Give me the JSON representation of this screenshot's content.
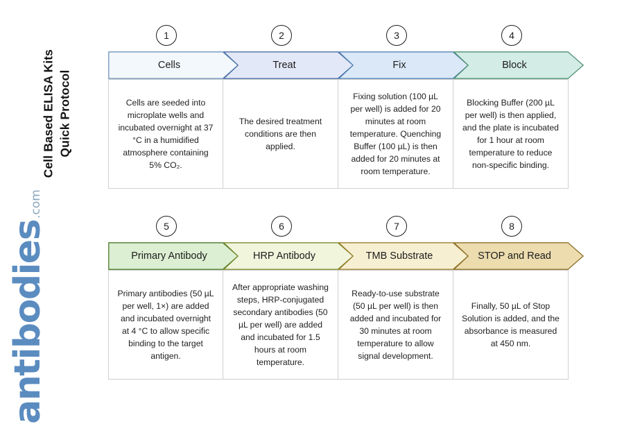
{
  "page": {
    "title_line1": "Cell Based ELISA Kits",
    "title_line2": "Quick Protocol",
    "logo_word": "antibodies",
    "logo_domain": ".com",
    "logo_color": "#5b8cc0",
    "background": "#ffffff"
  },
  "rows": [
    {
      "name": "row-1",
      "steps": [
        {
          "number": "1",
          "label": "Cells",
          "text": "Cells are seeded into microplate wells and incubated overnight at 37 °C in a humidified atmosphere containing 5% CO₂.",
          "fill": "#f3f8fd",
          "stroke": "#6f93bb"
        },
        {
          "number": "2",
          "label": "Treat",
          "text": "The desired treatment conditions are then applied.",
          "fill": "#e3e8f8",
          "stroke": "#4a6fa5"
        },
        {
          "number": "3",
          "label": "Fix",
          "text": "Fixing solution (100 µL per well) is added for 20 minutes at room temperature. Quenching Buffer (100 µL) is then added for 20 minutes at room temperature.",
          "fill": "#dbe8f7",
          "stroke": "#5584b5"
        },
        {
          "number": "4",
          "label": "Block",
          "text": "Blocking Buffer (200 µL per well) is then applied, and the plate is incubated for 1 hour at room temperature to reduce non-specific binding.",
          "fill": "#d3ece6",
          "stroke": "#4e8f72"
        }
      ]
    },
    {
      "name": "row-2",
      "steps": [
        {
          "number": "5",
          "label": "Primary Antibody",
          "text": "Primary antibodies (50 µL per well, 1×) are added and incubated overnight at 4 °C to allow specific binding to the target antigen.",
          "fill": "#dcefd2",
          "stroke": "#4a7b2e"
        },
        {
          "number": "6",
          "label": "HRP Antibody",
          "text": "After appropriate washing steps, HRP-conjugated secondary antibodies (50 µL per well) are added and incubated for 1.5 hours at room temperature.",
          "fill": "#f0f5dc",
          "stroke": "#7c8a2c"
        },
        {
          "number": "7",
          "label": "TMB Substrate",
          "text": "Ready-to-use substrate (50 µL per well) is then added and incubated for 30 minutes at room temperature to allow signal development.",
          "fill": "#f6efd2",
          "stroke": "#9c8130"
        },
        {
          "number": "8",
          "label": "STOP and Read",
          "text": "Finally, 50 µL of Stop Solution is added, and the absorbance is measured at 450 nm.",
          "fill": "#ecdcae",
          "stroke": "#8c6f2a"
        }
      ]
    }
  ]
}
